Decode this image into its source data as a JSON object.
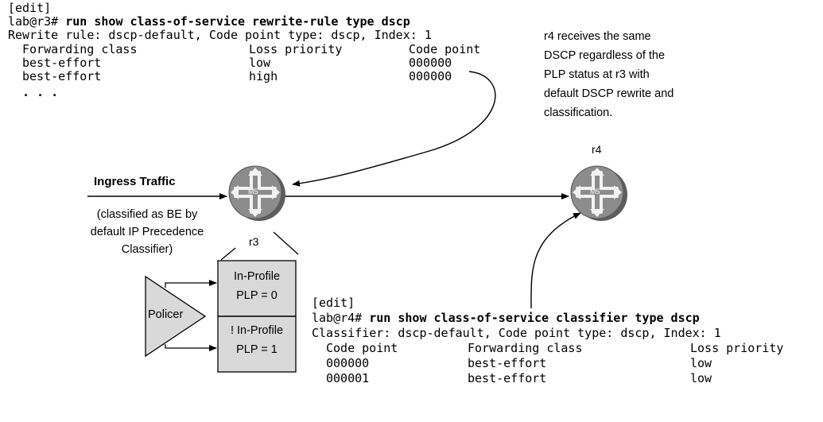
{
  "r3_cli": {
    "prompt_context": "[edit]",
    "prompt": "lab@r3# ",
    "command": "run show class-of-service rewrite-rule type dscp",
    "header_line": "Rewrite rule: dscp-default, Code point type: dscp, Index: 1",
    "columns": [
      "Forwarding class",
      "Loss priority",
      "Code point"
    ],
    "rows": [
      [
        "best-effort",
        "low",
        "000000"
      ],
      [
        "best-effort",
        "high",
        "000000"
      ]
    ],
    "ellipsis": ". . ."
  },
  "r4_note": {
    "lines": [
      "r4 receives the same",
      "DSCP regardless of the",
      "PLP status at r3 with",
      "default DSCP rewrite and",
      "classification."
    ]
  },
  "ingress": {
    "title": "Ingress Traffic",
    "description_lines": [
      "(classified as BE by",
      "default IP Precedence",
      "Classifier)"
    ]
  },
  "routers": {
    "r3": {
      "label": "r3",
      "badge": "M5"
    },
    "r4": {
      "label": "r4",
      "badge": "M5"
    }
  },
  "policer": {
    "label": "Policer",
    "in_profile": [
      "In-Profile",
      "PLP = 0"
    ],
    "out_profile": [
      "! In-Profile",
      "PLP = 1"
    ]
  },
  "r4_cli": {
    "prompt_context": "[edit]",
    "prompt": "lab@r4# ",
    "command": "run show class-of-service classifier type dscp",
    "header_line": "Classifier: dscp-default, Code point type: dscp, Index: 1",
    "columns": [
      "Code point",
      "Forwarding class",
      "Loss priority"
    ],
    "rows": [
      [
        "000000",
        "best-effort",
        "low"
      ],
      [
        "000001",
        "best-effort",
        "low"
      ]
    ]
  },
  "colors": {
    "router_fill": "#8c8c8c",
    "router_shadow": "#5e5e5e",
    "policer_fill": "#d9d9d9",
    "line": "#000000"
  }
}
